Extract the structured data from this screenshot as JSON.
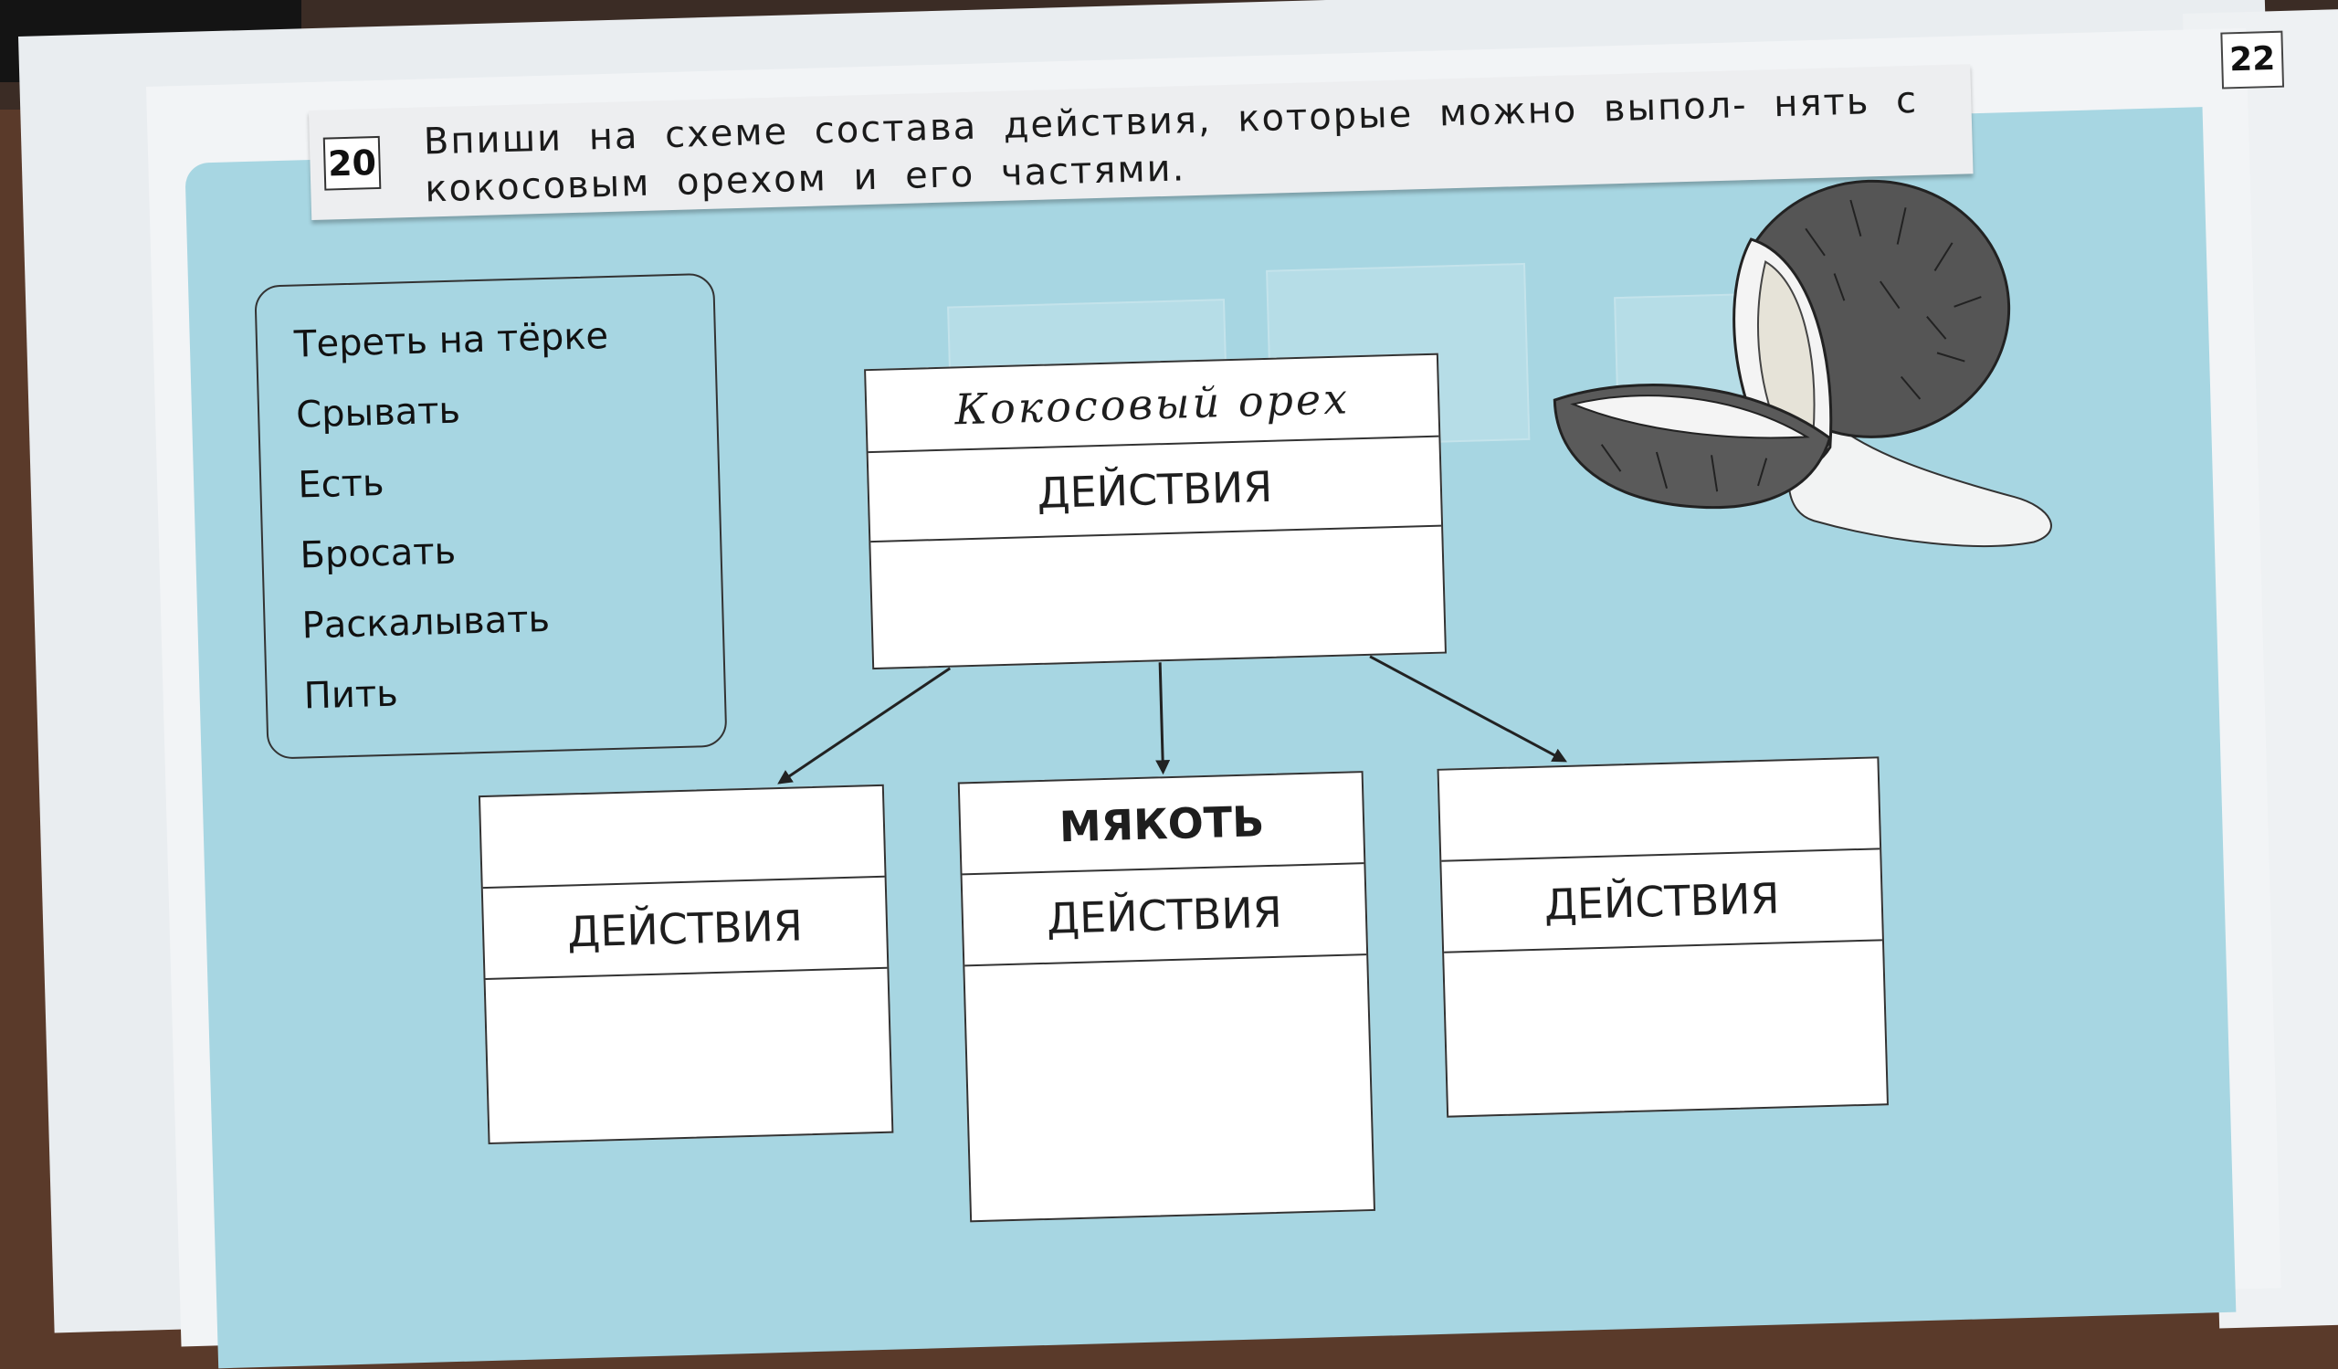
{
  "task": {
    "number": "20",
    "instruction": "Впиши на схеме состава действия, которые можно выпол- нять с кокосовым орехом и его частями."
  },
  "page_number": "22",
  "word_list": [
    "Тереть на тёрке",
    "Срывать",
    "Есть",
    "Бросать",
    "Раскалывать",
    "Пить"
  ],
  "diagram": {
    "top": {
      "name": "Кокосовый орех",
      "section_label": "ДЕЙСТВИЯ",
      "actions": ""
    },
    "parts": [
      {
        "name": "",
        "section_label": "ДЕЙСТВИЯ",
        "actions": ""
      },
      {
        "name": "МЯКОТЬ",
        "section_label": "ДЕЙСТВИЯ",
        "actions": ""
      },
      {
        "name": "",
        "section_label": "ДЕЙСТВИЯ",
        "actions": ""
      }
    ]
  },
  "colors": {
    "panel_blue": "#a7d6e2",
    "page": "#f2f4f6"
  },
  "illustration": "coconut"
}
